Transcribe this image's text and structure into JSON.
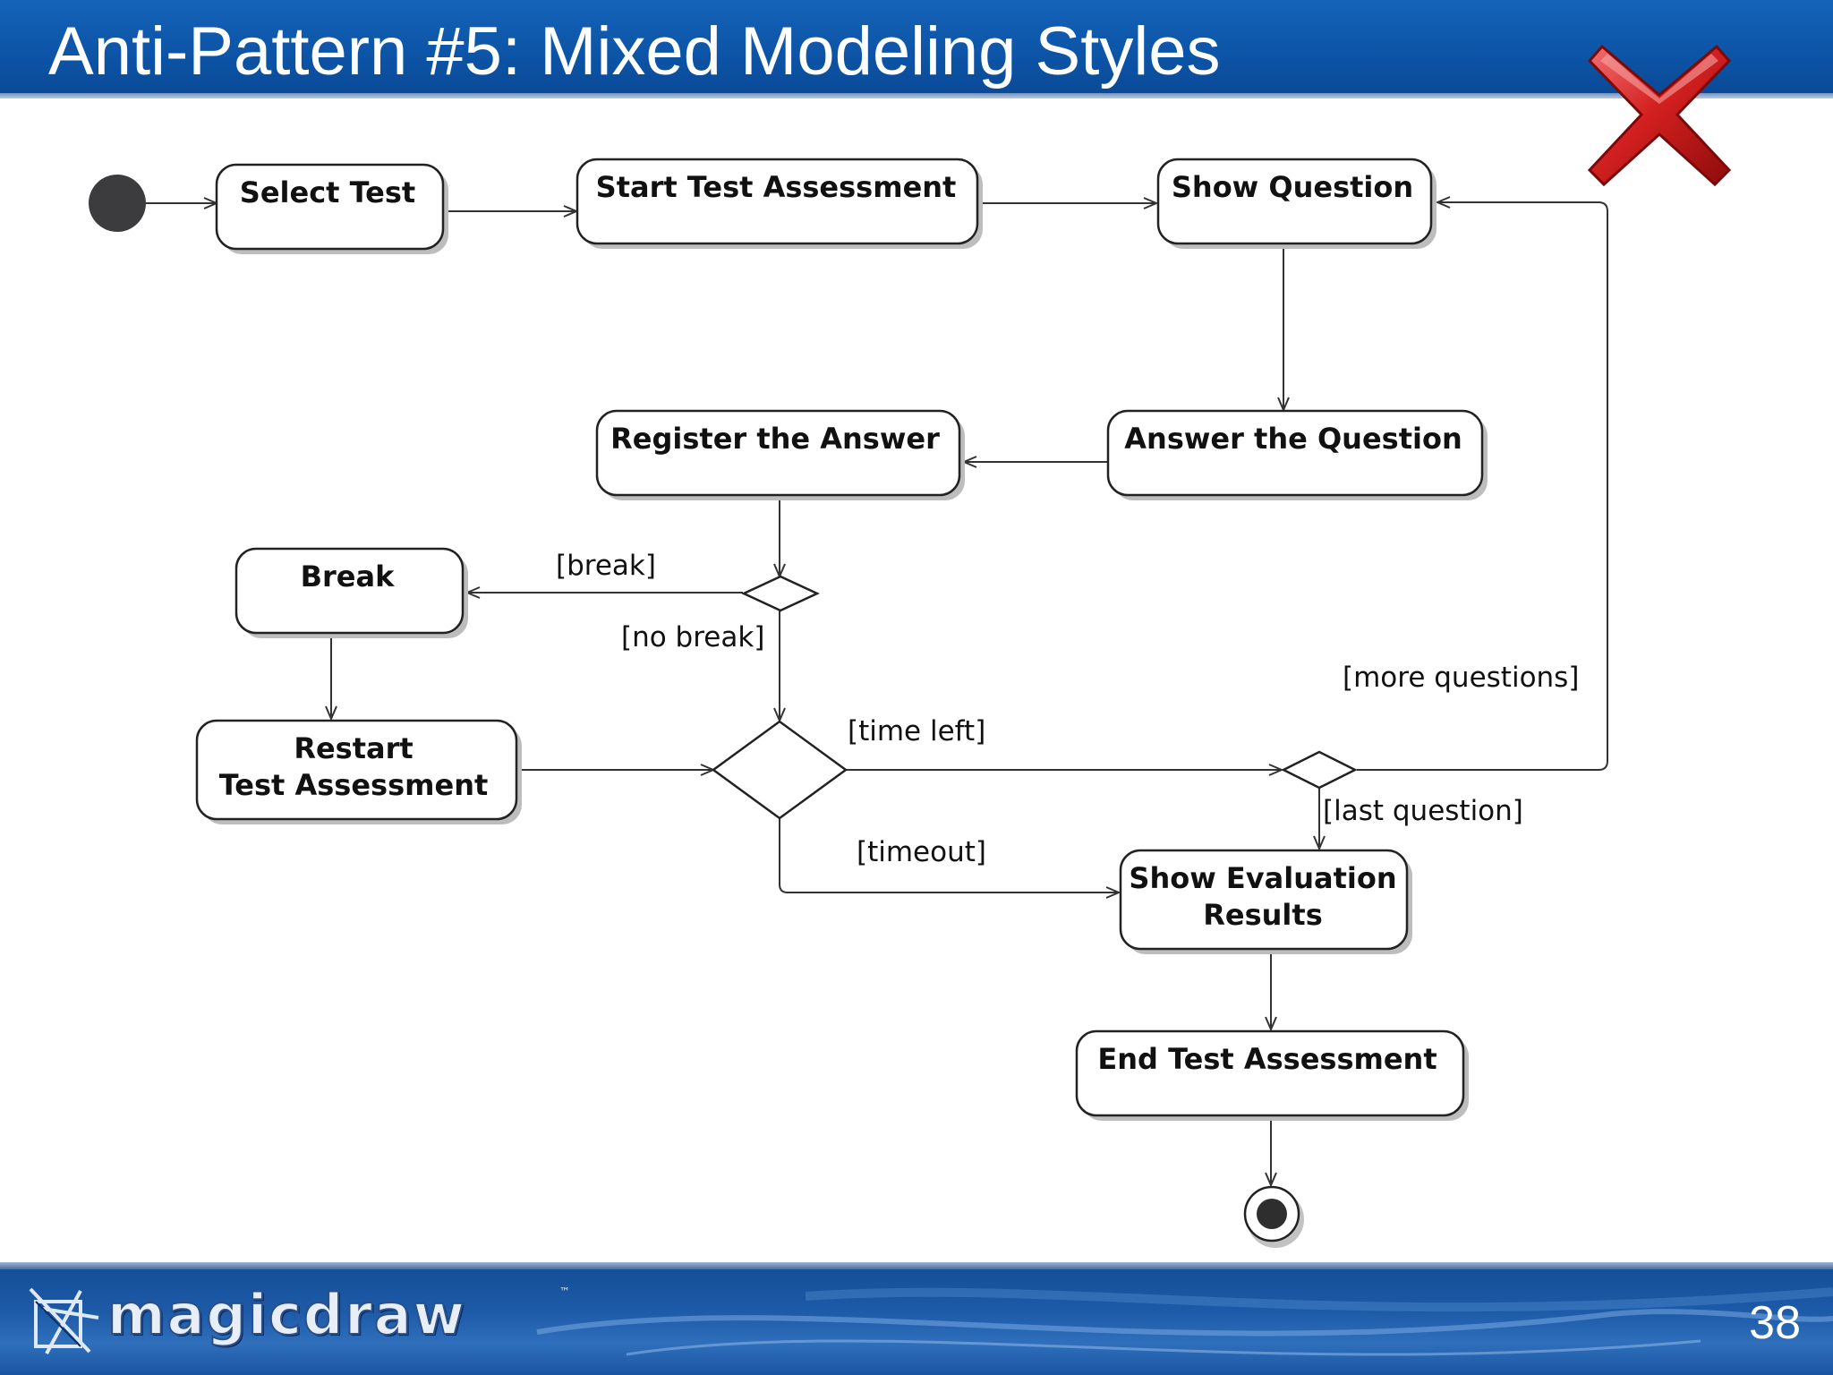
{
  "slide": {
    "title": "Anti-Pattern #5: Mixed Modeling Styles",
    "page_number": "38"
  },
  "brand": {
    "name": "magicdraw",
    "tm": "™"
  },
  "status_icon": "red-x-icon",
  "diagram": {
    "actions": {
      "select_test": "Select Test",
      "start_test_assessment": "Start Test Assessment",
      "show_question": "Show Question",
      "answer_the_question": "Answer the Question",
      "register_the_answer": "Register the Answer",
      "break": "Break",
      "restart_line1": "Restart",
      "restart_line2": "Test Assessment",
      "show_eval_line1": "Show Evaluation",
      "show_eval_line2": "Results",
      "end_test_assessment": "End Test Assessment"
    },
    "guards": {
      "break": "[break]",
      "no_break": "[no break]",
      "time_left": "[time left]",
      "timeout": "[timeout]",
      "more_questions": "[more questions]",
      "last_question": "[last question]"
    }
  }
}
